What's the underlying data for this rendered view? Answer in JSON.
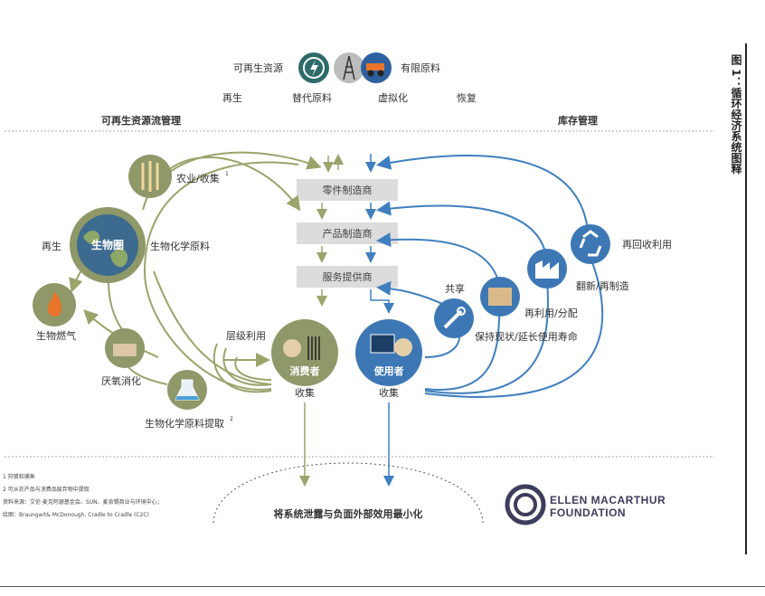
{
  "title": "图 1：循环经济系统图释",
  "legend": {
    "renewable": "可再生资源",
    "finite": "有限原料",
    "actions": [
      "再生",
      "替代原料",
      "虚拟化",
      "恢复"
    ]
  },
  "sections": {
    "left": "可再生资源流管理",
    "right": "库存管理"
  },
  "boxes": [
    "零件制造商",
    "产品制造商",
    "服务提供商"
  ],
  "left_nodes": {
    "farming": "农业/收集",
    "farming_sup": "1",
    "biosphere": "生物圈",
    "regenerate": "再生",
    "biochem": "生物化学原料",
    "biogas": "生物燃气",
    "anaerobic": "厌氧消化",
    "extraction": "生物化学原料提取",
    "extraction_sup": "2",
    "cascade": "层级利用"
  },
  "center_nodes": {
    "consumer": "消费者",
    "user": "使用者",
    "collect_left": "收集",
    "collect_right": "收集",
    "bottom": "将系统泄露与负面外部效用最小化"
  },
  "right_nodes": {
    "share": "共享",
    "maintain": "保持现状/延长使用寿命",
    "reuse": "再利用/分配",
    "refurbish": "翻新/再制造",
    "recycle": "再回收利用"
  },
  "footnotes": [
    "1 狩猎和捕鱼",
    "2 可从农产品与消费品废弃物中提取",
    "资料来源：艾伦·麦克阿瑟基金会、SUN、麦肯锡商业与环境中心；",
    "绘图：Braungart& McDonough, Cradle to Cradle (C2C)"
  ],
  "logo": {
    "line1": "ELLEN MACARTHUR",
    "line2": "FOUNDATION"
  },
  "colors": {
    "green": "#9aa46b",
    "blue": "#3f7fbf",
    "greenNode": "#8e9868",
    "blueNode": "#3d78b5",
    "box": "#dcdcdc"
  }
}
